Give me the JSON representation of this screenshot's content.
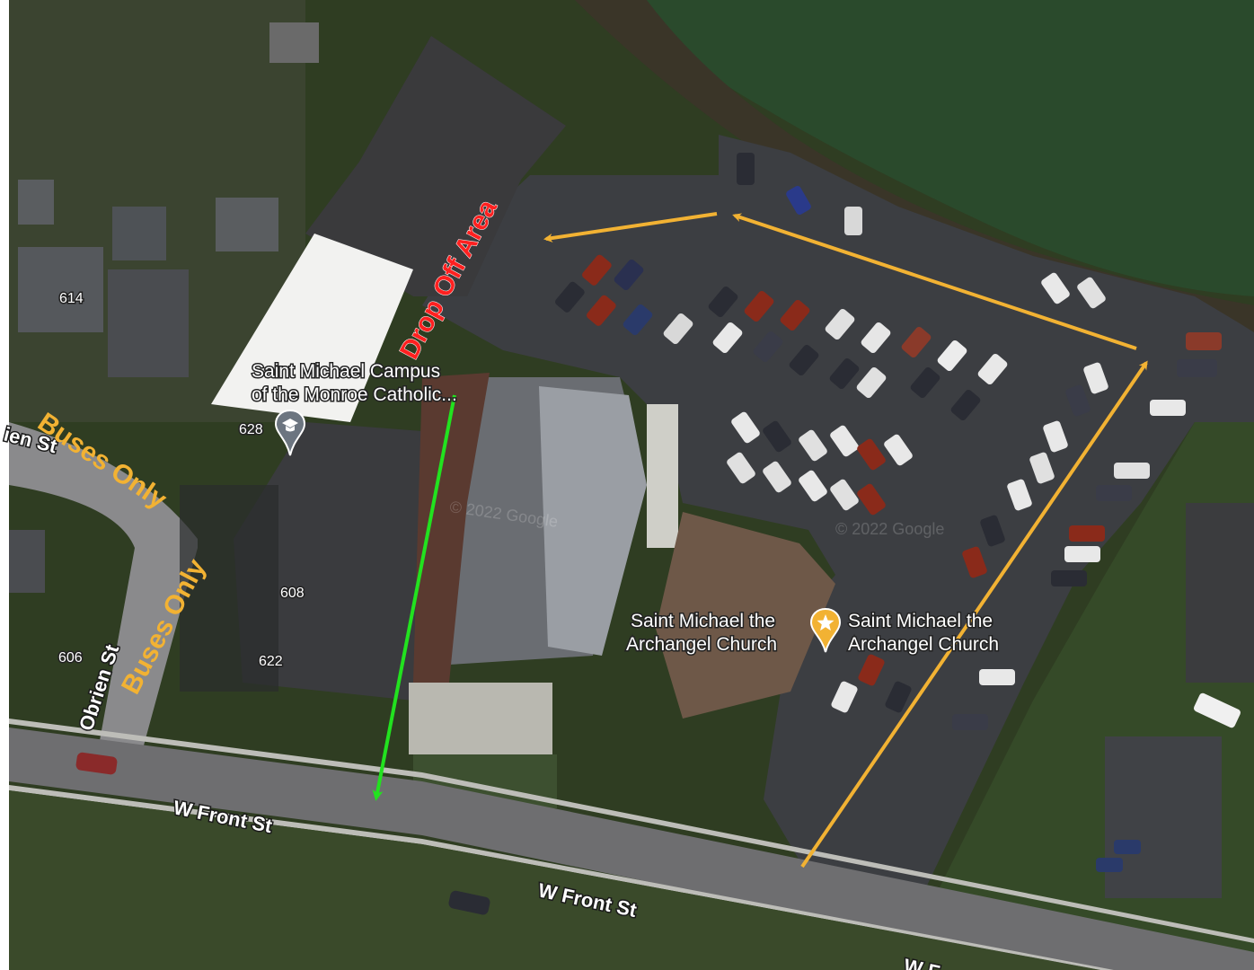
{
  "map": {
    "colors": {
      "lawn": "#2f3d22",
      "pond": "#2a4a2c",
      "lot": "#3c3e42",
      "street": "#6e6e70",
      "roof_dark": "#3a3a3c",
      "roof_white": "#f2f2f0",
      "church_roof": "#6a6d72",
      "accent_yellow": "#f2b233",
      "accent_green": "#22e21f",
      "accent_red": "#ff2020"
    },
    "road_labels": {
      "front_st_west": "W Front St",
      "front_st_east": "W Front St",
      "front_st_edge": "W F",
      "obrien_st": "Obrien St",
      "obrien_st_edge": "ien St"
    },
    "poi": {
      "campus_line1": "Saint Michael Campus",
      "campus_line2": "of the Monroe Catholic...",
      "campus_number": "628",
      "campus_icon": "graduation-cap-icon",
      "church_left_line1": "Saint Michael the",
      "church_left_line2": "Archangel Church",
      "church_right_line1": "Saint Michael the",
      "church_right_line2": "Archangel Church",
      "church_icon": "star-icon"
    },
    "house_numbers": {
      "h614": "614",
      "h608": "608",
      "h622": "622",
      "h606": "606"
    },
    "annotations": {
      "drop_off": "Drop Off Area",
      "buses_only_1": "Buses Only",
      "buses_only_2": "Buses Only"
    },
    "watermarks": {
      "w1": "© 2022 Google",
      "w2": "© 2022 Google"
    }
  }
}
